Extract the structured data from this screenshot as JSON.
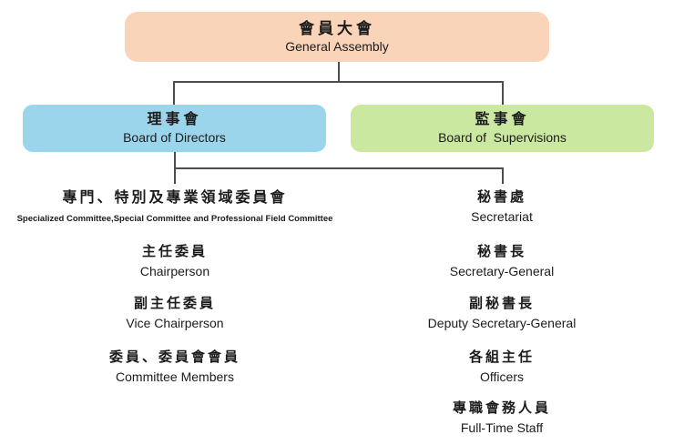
{
  "colors": {
    "assembly_fill": "#f9d4b9",
    "directors_fill": "#9bd5eb",
    "supervisors_fill": "#cbe8a1",
    "line": "#4d4d4d",
    "text": "#1b1b1b"
  },
  "org": {
    "root": {
      "zh": "會員大會",
      "en": "General Assembly"
    },
    "directors": {
      "zh": "理事會",
      "en": "Board of Directors"
    },
    "supervisors": {
      "zh": "監事會",
      "en": "Board of  Supervisions"
    },
    "directors_branch": [
      {
        "zh": "專門、特別及專業領域委員會",
        "en": "Specialized Committee,Special Committee and Professional Field Committee"
      },
      {
        "zh": "主任委員",
        "en": "Chairperson"
      },
      {
        "zh": "副主任委員",
        "en": "Vice Chairperson"
      },
      {
        "zh": "委員、委員會會員",
        "en": "Committee Members"
      }
    ],
    "supervisors_branch": [
      {
        "zh": "秘書處",
        "en": "Secretariat"
      },
      {
        "zh": "秘書長",
        "en": "Secretary-General"
      },
      {
        "zh": "副秘書長",
        "en": "Deputy Secretary-General"
      },
      {
        "zh": "各組主任",
        "en": "Officers"
      },
      {
        "zh": "專職會務人員",
        "en": "Full-Time Staff"
      }
    ]
  }
}
